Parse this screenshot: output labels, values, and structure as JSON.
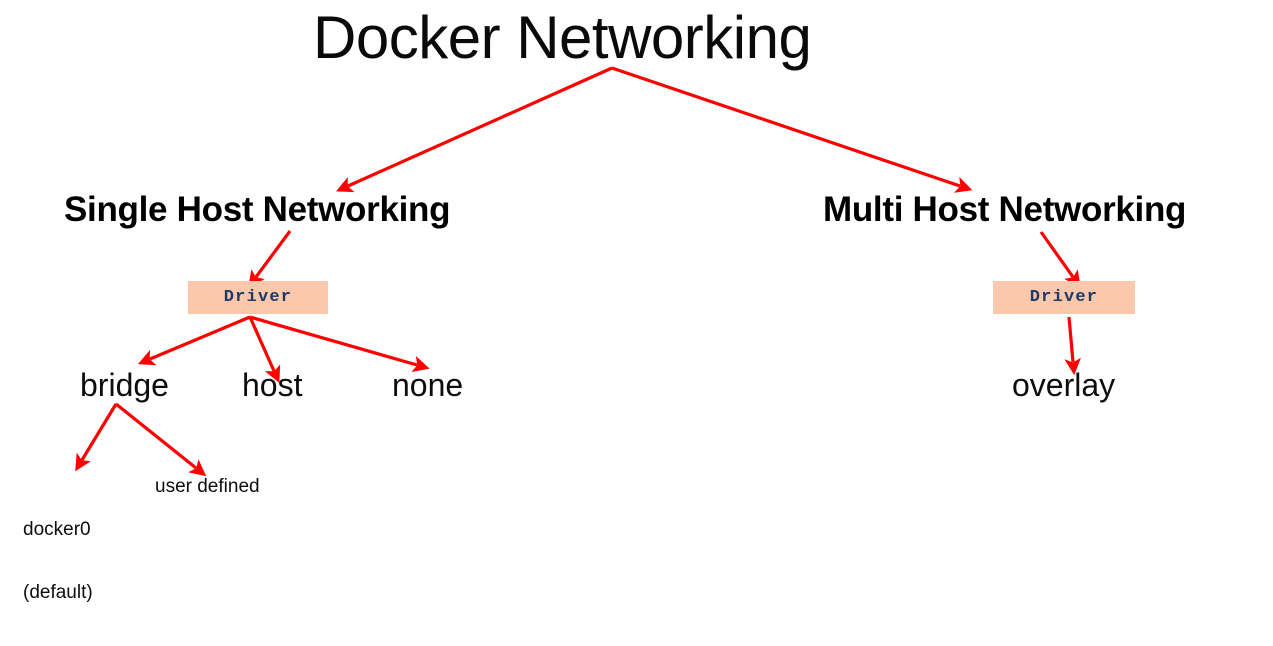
{
  "diagram": {
    "title": "Docker Networking",
    "background_color": "#ffffff",
    "arrow_color": "#ff0000",
    "box_fill_color": "#fbc8ac",
    "box_text_color": "#1f3864",
    "branches": {
      "left": {
        "heading": "Single Host Networking",
        "driver_box_label": "Driver",
        "drivers": [
          {
            "name": "bridge"
          },
          {
            "name": "host"
          },
          {
            "name": "none"
          }
        ],
        "bridge_children": [
          {
            "line1": "docker0",
            "line2": "(default)"
          },
          {
            "line1": "user defined",
            "line2": ""
          }
        ]
      },
      "right": {
        "heading": "Multi Host Networking",
        "driver_box_label": "Driver",
        "drivers": [
          {
            "name": "overlay"
          }
        ]
      }
    }
  }
}
